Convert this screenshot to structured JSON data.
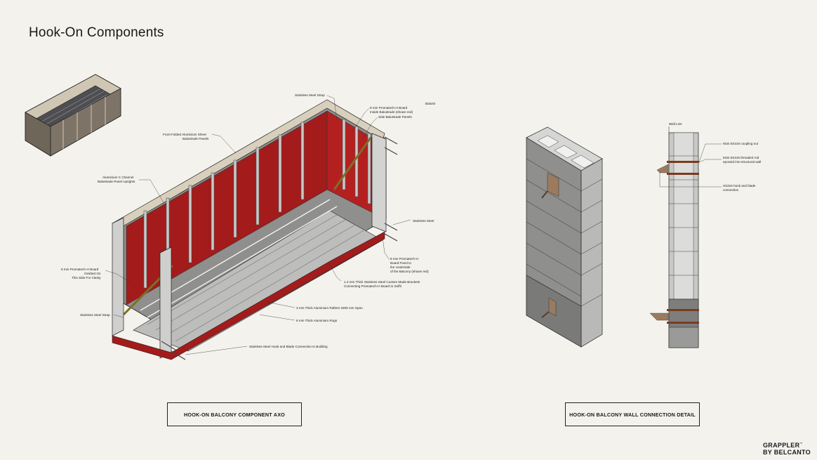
{
  "page": {
    "title": "Hook-On Components"
  },
  "captions": {
    "axo": "HOOK-ON BALCONY COMPONENT AXO",
    "detail": "HOOK-ON BALCONY WALL CONNECTION DETAIL"
  },
  "logo": {
    "line1": "GRAPPLER",
    "line2": "BY BELCANTO",
    "mark": "™"
  },
  "axo_labels": {
    "stainless_strap_top": "Stainless Steel Strap",
    "promatech_inside_1": "9 mm Promatech-H Board",
    "promatech_inside_2": "Inside Balustrade (shown red)",
    "side_panels": "Side Balustrade Panels",
    "balustr": "Balustr",
    "front_sheet_1": "Front Folded Aluminium Sheet",
    "front_sheet_2": "Balustrade Panels",
    "c_channel_1": "Aluminium C Channel",
    "c_channel_2": "Balustrade Panel Uprights",
    "stainless_right": "Stainless Steel",
    "fixed_1": "9 mm Promatech-H",
    "fixed_2": "Board Fixed to",
    "fixed_3": "the Underside",
    "fixed_4": "of the Balcony (shown red)",
    "omitted_1": "9 mm Promatech-H Board",
    "omitted_2": "Omitted On",
    "omitted_3": "This Side For Clarity",
    "brackets_1": "1.2 mm Thick Stainless Steel Custom Made Brackets",
    "brackets_2": "Connecting Promatech-H Board to Soffit",
    "rafters": "3 mm Thick Aluminium Rafters 3300 mm Span",
    "rogs": "6 mm Thick Aluminium Rogs",
    "stainless_left": "Stainless Steel Strap",
    "hook_blade": "Stainless Steel Hook and Blade Connection to Building"
  },
  "detail_labels": {
    "wall_line": "Wall Line",
    "coupling": "M16 SS316 coupling nut",
    "rod_1": "M16 SS316 threaded rod",
    "rod_2": "epoxied into structural wall",
    "hook_1": "SS316 hook and blade",
    "hook_2": "connection"
  },
  "colors": {
    "background": "#f4f2ed",
    "panel_red": "#a31b1b",
    "metal": "#c9c9c7",
    "block": "#b9b9b7",
    "rod": "#7a3b1e"
  }
}
